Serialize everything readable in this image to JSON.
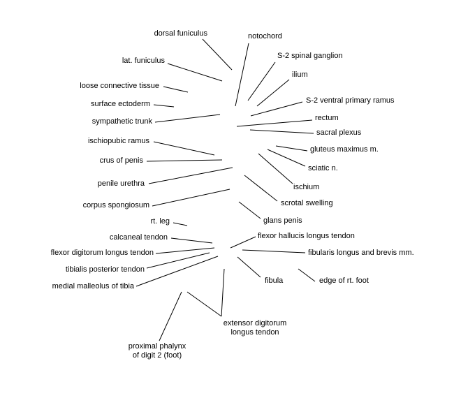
{
  "labels": {
    "dorsal_funiculus": "dorsal funiculus",
    "lat_funiculus": "lat. funiculus",
    "loose_connective_tissue": "loose connective tissue",
    "surface_ectoderm": "surface ectoderm",
    "sympathetic_trunk": "sympathetic trunk",
    "ischiopubic_ramus": "ischiopubic ramus",
    "crus_of_penis": "crus of penis",
    "penile_urethra": "penile urethra",
    "corpus_spongiosum": "corpus spongiosum",
    "rt_leg": "rt. leg",
    "calcaneal_tendon": "calcaneal tendon",
    "flexor_digitorum_longus_tendon": "flexor digitorum longus tendon",
    "tibialis_posterior_tendon": "tibialis posterior tendon",
    "medial_malleolus_of_tibia": "medial malleolus of tibia",
    "proximal_phalynx_line1": "proximal phalynx",
    "proximal_phalynx_line2": "of digit 2 (foot)",
    "notochord": "notochord",
    "s2_spinal_ganglion": "S-2 spinal ganglion",
    "ilium": "ilium",
    "s2_ventral_primary_ramus": "S-2 ventral primary ramus",
    "rectum": "rectum",
    "sacral_plexus": "sacral plexus",
    "gluteus_maximus": "gluteus maximus m.",
    "sciatic_n": "sciatic n.",
    "ischium": "ischium",
    "scrotal_swelling": "scrotal swelling",
    "glans_penis": "glans penis",
    "flexor_hallucis_longus_tendon": "flexor hallucis longus tendon",
    "fibularis_longus_brevis": "fibularis longus and brevis mm.",
    "fibula": "fibula",
    "edge_of_rt_foot": "edge of rt. foot",
    "extensor_digitorum_line1": "extensor digitorum",
    "extensor_digitorum_line2": "longus tendon"
  },
  "colors": {
    "line": "#000000",
    "text": "#000000",
    "background": "#ffffff"
  }
}
